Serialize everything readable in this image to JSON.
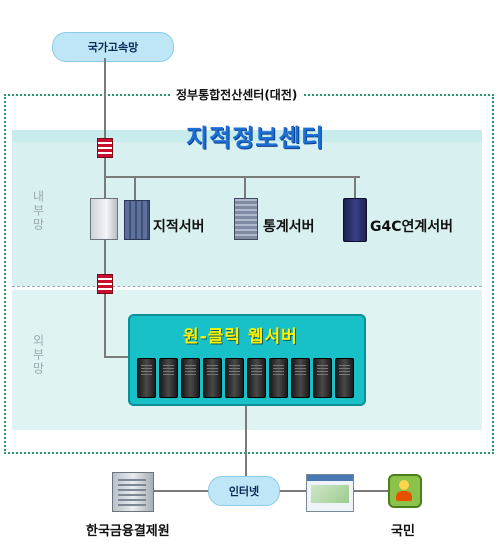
{
  "network": {
    "top_cloud": "국가고속망",
    "center_title": "정부통합전산센터(대전)",
    "banner_title": "지적정보센터",
    "inner_zone_label": "내부망",
    "outer_zone_label": "외부망",
    "servers": [
      "지적서버",
      "통계서버",
      "G4C연계서버"
    ],
    "web_server_title": "원-클릭 웹서버",
    "internet_cloud": "인터넷",
    "left_user": "한국금융결제원",
    "right_user": "국민"
  },
  "colors": {
    "cloud": "#bfe6f6",
    "zone": "#d9f0f0",
    "web_server": "#18c0c8",
    "banner_text": "#1d6fd6",
    "dotted_border": "#2a9a6a"
  }
}
